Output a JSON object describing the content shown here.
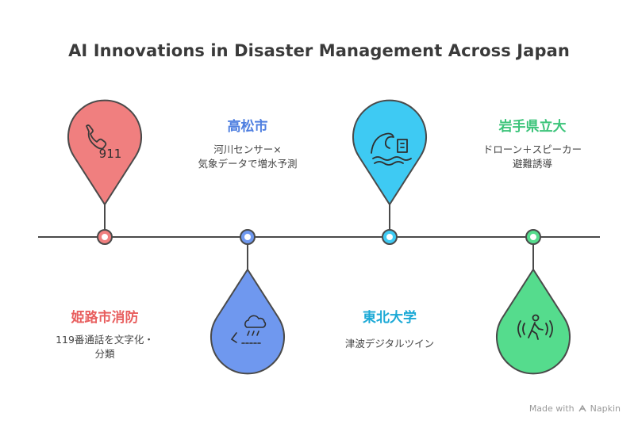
{
  "title": "AI Innovations in Disaster Management Across Japan",
  "items": [
    {
      "label": "姫路市消防",
      "desc_lines": [
        "119番通話を文字化・",
        "分類"
      ],
      "icon": "phone-911-icon",
      "icon_text": "911",
      "color": "#e85f5f",
      "fill": "#f07f7f",
      "position": "top"
    },
    {
      "label": "高松市",
      "desc_lines": [
        "河川センサー×",
        "気象データで増水予測"
      ],
      "icon": "rain-cloud-icon",
      "color": "#4f7fe0",
      "fill": "#6f98ef",
      "position": "bottom"
    },
    {
      "label": "東北大学",
      "desc_lines": [
        "津波デジタルツイン"
      ],
      "icon": "tsunami-wave-icon",
      "color": "#1ba9d6",
      "fill": "#3ecaf3",
      "position": "top"
    },
    {
      "label": "岩手県立大",
      "desc_lines": [
        "ドローン＋スピーカー",
        "避難誘導"
      ],
      "icon": "walking-person-icon",
      "color": "#3cc47a",
      "fill": "#55dc8d",
      "position": "bottom"
    }
  ],
  "credit": {
    "made_with": "Made with",
    "brand": "Napkin"
  }
}
